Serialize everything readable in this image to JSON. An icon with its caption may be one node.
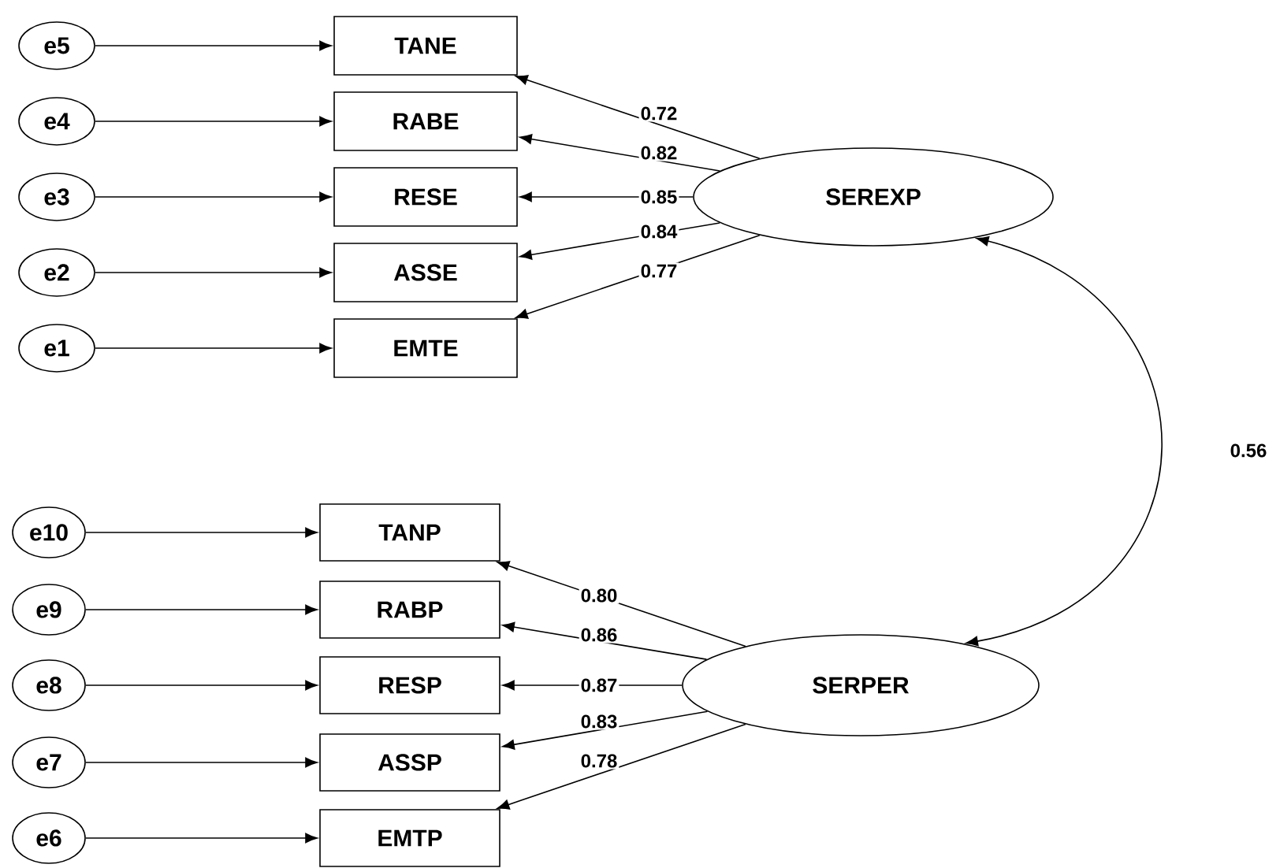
{
  "diagram": {
    "nodes": [
      {
        "text": [
          "e5"
        ]
      },
      {
        "text": [
          "TANE"
        ]
      },
      {
        "text": [
          "e4"
        ]
      },
      {
        "text": [
          "RABE"
        ]
      },
      {
        "text": [
          "e3"
        ]
      },
      {
        "text": [
          "RESE"
        ]
      },
      {
        "text": [
          "e2"
        ]
      },
      {
        "text": [
          "ASSE"
        ]
      },
      {
        "text": [
          "e1"
        ]
      },
      {
        "text": [
          "EMTE"
        ]
      },
      {
        "text": [
          "SEREXP"
        ]
      },
      {
        "text": [
          "e10"
        ]
      },
      {
        "text": [
          "TANP"
        ]
      },
      {
        "text": [
          "e9"
        ]
      },
      {
        "text": [
          "RABP"
        ]
      },
      {
        "text": [
          "e8"
        ]
      },
      {
        "text": [
          "RESP"
        ]
      },
      {
        "text": [
          "e7"
        ]
      },
      {
        "text": [
          "ASSP"
        ]
      },
      {
        "text": [
          "e6"
        ]
      },
      {
        "text": [
          "EMTP"
        ]
      },
      {
        "text": [
          "SERPER"
        ]
      }
    ],
    "edges": [
      {
        "from": 0,
        "to": 1,
        "arrow": "to"
      },
      {
        "from": 2,
        "to": 3,
        "arrow": "to"
      },
      {
        "from": 4,
        "to": 5,
        "arrow": "to"
      },
      {
        "from": 6,
        "to": 7,
        "arrow": "to"
      },
      {
        "from": 8,
        "to": 9,
        "arrow": "to"
      },
      {
        "from": 10,
        "to": 1,
        "arrow": "to",
        "label": "0.72"
      },
      {
        "from": 10,
        "to": 3,
        "arrow": "to",
        "label": "0.82"
      },
      {
        "from": 10,
        "to": 5,
        "arrow": "to",
        "label": "0.85"
      },
      {
        "from": 10,
        "to": 7,
        "arrow": "to",
        "label": "0.84"
      },
      {
        "from": 10,
        "to": 9,
        "arrow": "to",
        "label": "0.77"
      },
      {
        "from": 11,
        "to": 12,
        "arrow": "to"
      },
      {
        "from": 13,
        "to": 14,
        "arrow": "to"
      },
      {
        "from": 15,
        "to": 16,
        "arrow": "to"
      },
      {
        "from": 17,
        "to": 18,
        "arrow": "to"
      },
      {
        "from": 19,
        "to": 20,
        "arrow": "to"
      },
      {
        "from": 21,
        "to": 12,
        "arrow": "to",
        "label": "0.80"
      },
      {
        "from": 21,
        "to": 14,
        "arrow": "to",
        "label": "0.86"
      },
      {
        "from": 21,
        "to": 16,
        "arrow": "to",
        "label": "0.87"
      },
      {
        "from": 21,
        "to": 18,
        "arrow": "to",
        "label": "0.83"
      },
      {
        "from": 21,
        "to": 20,
        "arrow": "to",
        "label": "0.78"
      },
      {
        "from": 10,
        "to": 21,
        "arrow": "both",
        "label": "0.56"
      }
    ]
  }
}
